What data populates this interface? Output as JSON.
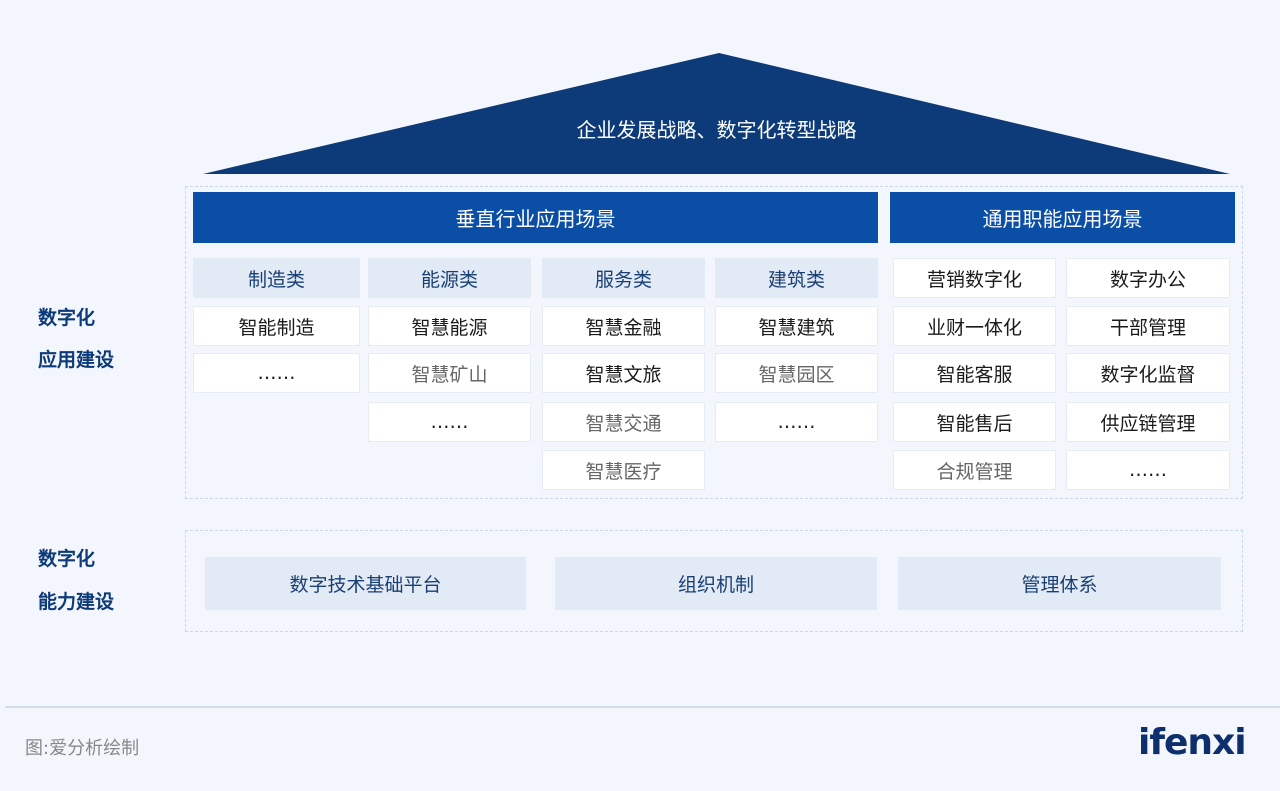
{
  "roof": {
    "title": "企业发展战略、数字化转型战略"
  },
  "side_labels": {
    "app_line1": "数字化",
    "app_line2": "应用建设",
    "cap_line1": "数字化",
    "cap_line2": "能力建设"
  },
  "vertical": {
    "header": "垂直行业应用场景",
    "columns": [
      {
        "category": "制造类",
        "items": [
          "智能制造",
          "……"
        ]
      },
      {
        "category": "能源类",
        "items": [
          "智慧能源",
          "智慧矿山",
          "……"
        ]
      },
      {
        "category": "服务类",
        "items": [
          "智慧金融",
          "智慧文旅",
          "智慧交通",
          "智慧医疗"
        ]
      },
      {
        "category": "建筑类",
        "items": [
          "智慧建筑",
          "智慧园区",
          "……"
        ]
      }
    ]
  },
  "general": {
    "header": "通用职能应用场景",
    "columns": [
      {
        "items": [
          "营销数字化",
          "业财一体化",
          "智能客服",
          "智能售后",
          "合规管理"
        ]
      },
      {
        "items": [
          "数字办公",
          "干部管理",
          "数字化监督",
          "供应链管理",
          "……"
        ]
      }
    ]
  },
  "capability": {
    "items": [
      "数字技术基础平台",
      "组织机制",
      "管理体系"
    ]
  },
  "footer": {
    "source": "图:爱分析绘制",
    "logo": "ifenxi"
  },
  "colors": {
    "roof": "#0d3a78",
    "header": "#0a4ea6",
    "category": "#e2eaf5",
    "background": "#f3f6fc"
  }
}
